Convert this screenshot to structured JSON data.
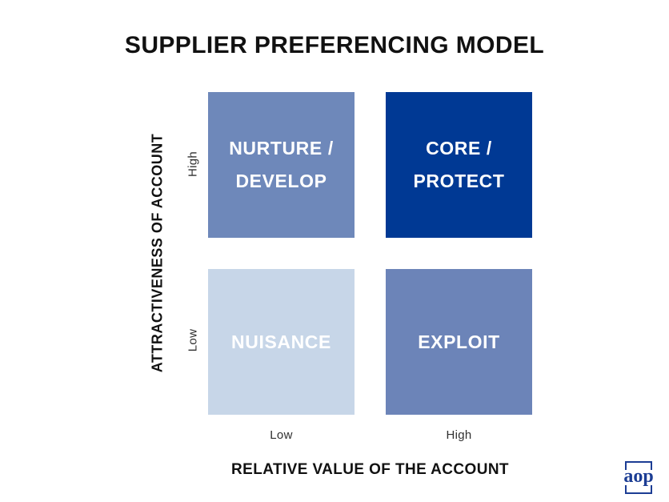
{
  "title": "SUPPLIER PREFERENCING MODEL",
  "quadrants": {
    "top_left": {
      "lines": [
        "NURTURE /",
        "DEVELOP"
      ],
      "color": "#6E88BA"
    },
    "top_right": {
      "lines": [
        "CORE /",
        "PROTECT"
      ],
      "color": "#003994"
    },
    "bottom_left": {
      "lines": [
        "NUISANCE"
      ],
      "color": "#C7D6E8"
    },
    "bottom_right": {
      "lines": [
        "EXPLOIT"
      ],
      "color": "#6C84B8"
    }
  },
  "y_axis": {
    "title": "ATTRACTIVENESS OF ACCOUNT",
    "top_label": "High",
    "bottom_label": "Low"
  },
  "x_axis": {
    "title": "RELATIVE VALUE OF THE ACCOUNT",
    "left_label": "Low",
    "right_label": "High"
  },
  "logo": {
    "text": "aop",
    "color": "#1C3D94"
  },
  "colors": {
    "background": "#FFFFFF",
    "title_text": "#111111",
    "quadrant_text": "#FFFFFF"
  }
}
